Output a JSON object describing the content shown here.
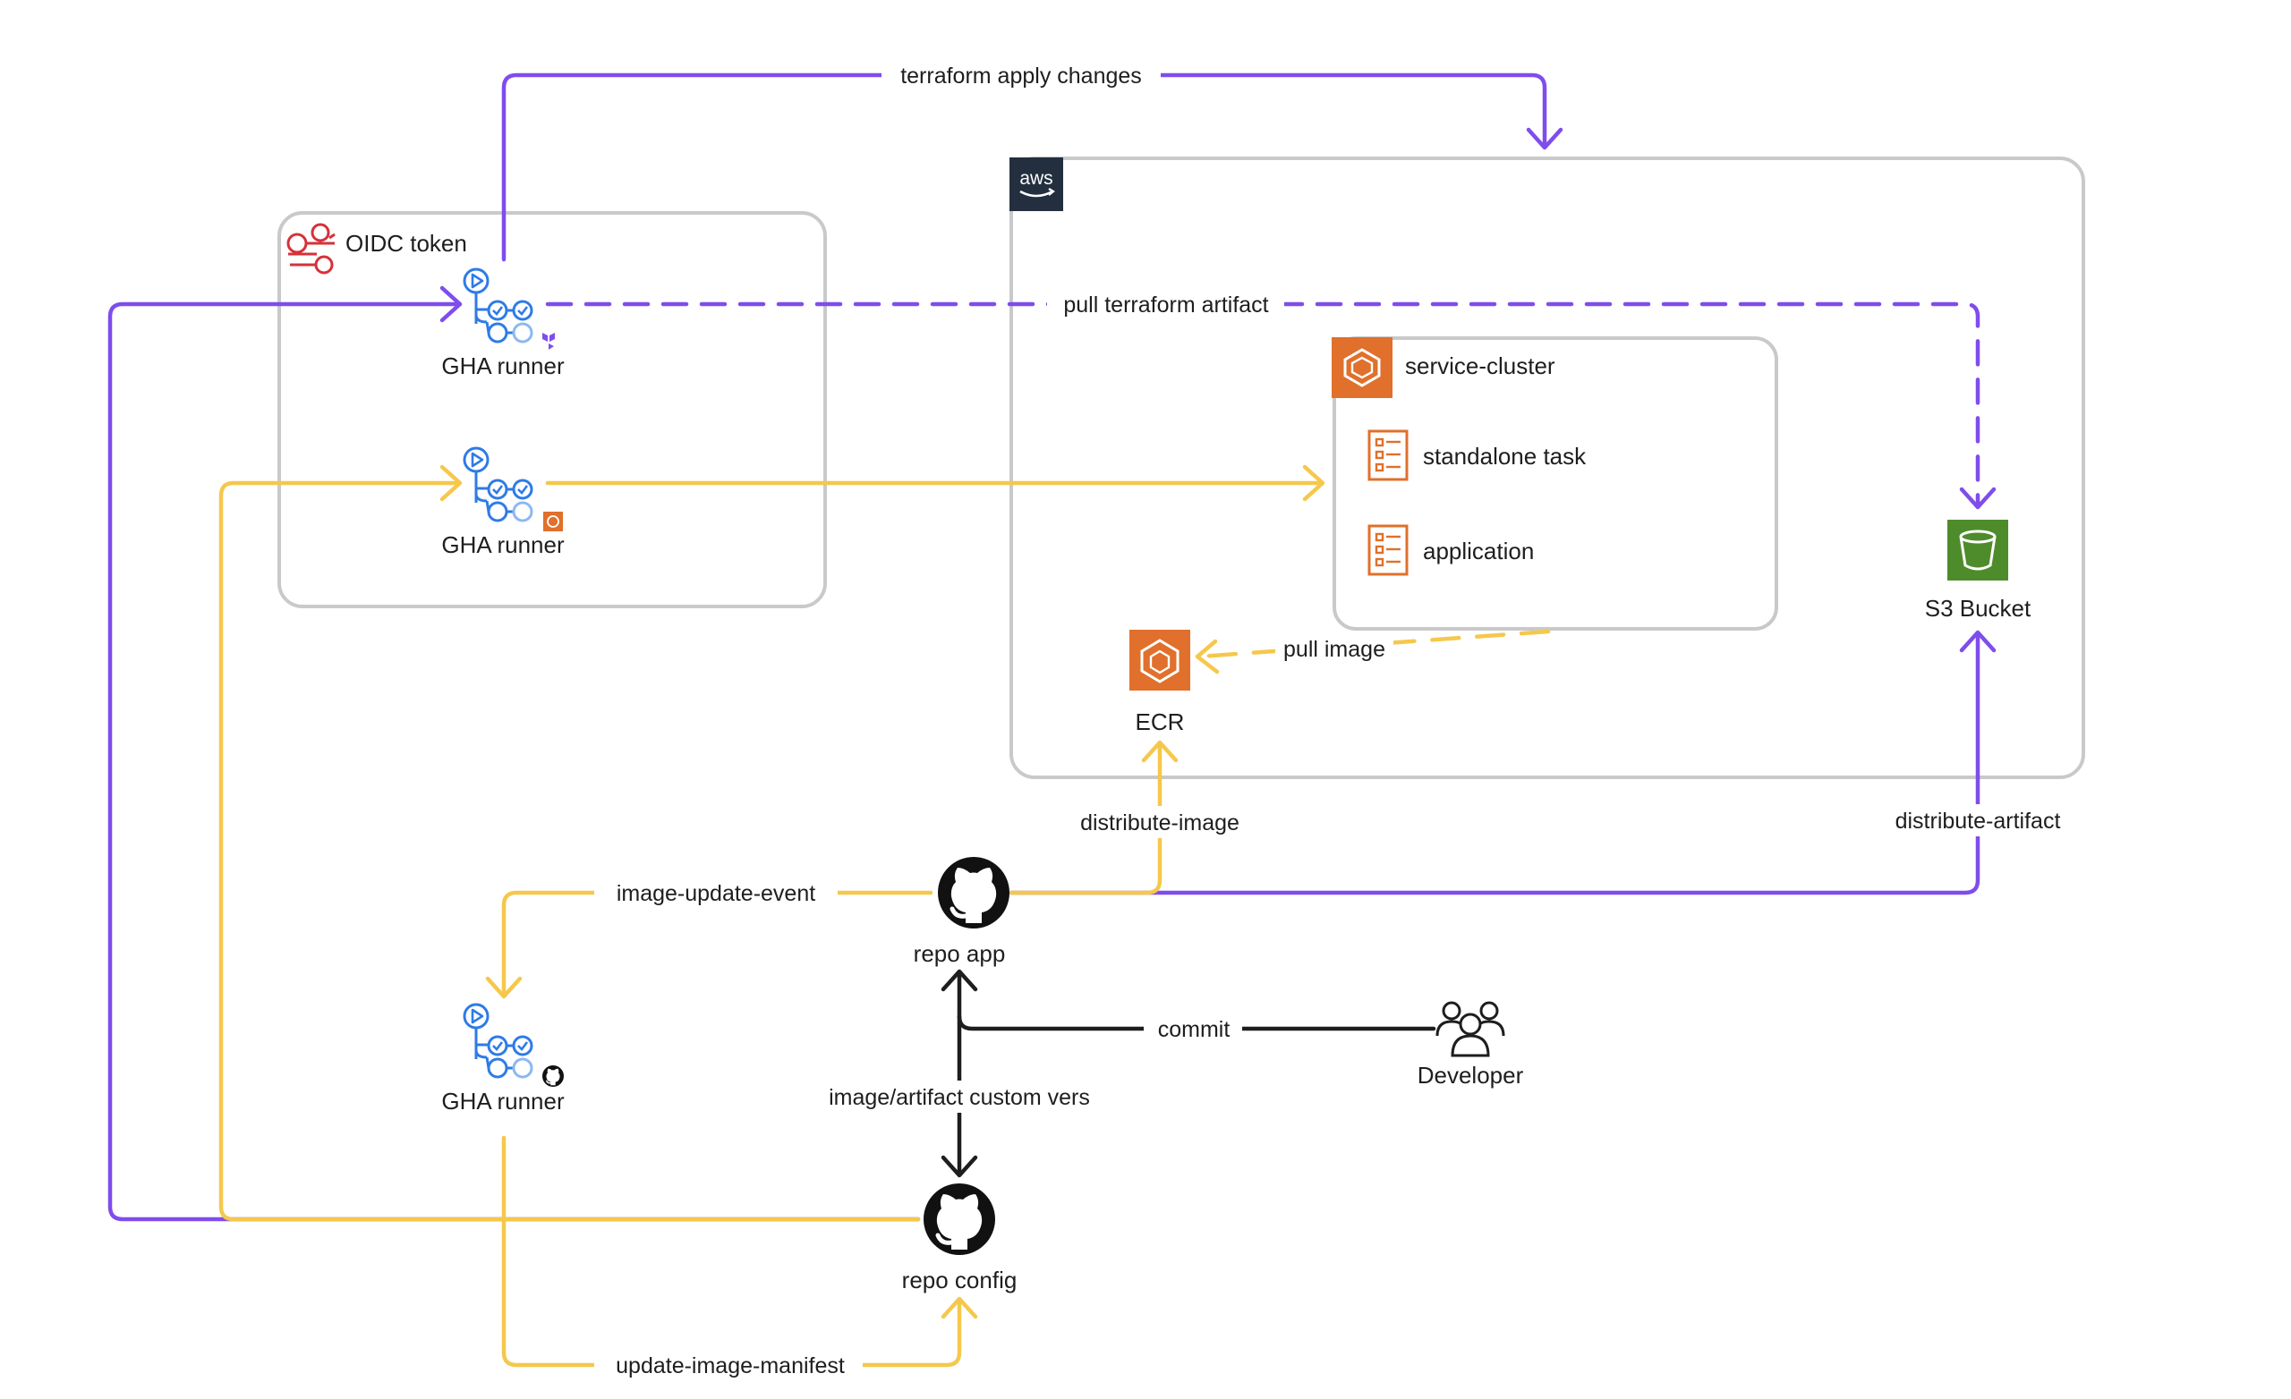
{
  "colors": {
    "purple": "#7f4dec",
    "yellow": "#f5c84c",
    "black": "#1e1e1e",
    "group_border": "#c9c9c9",
    "aws_orange": "#e0702b",
    "s3_green": "#4e8c2b",
    "gha_blue": "#2e7be6",
    "oidc_red": "#d6313a",
    "aws_dark": "#232f3e"
  },
  "groups": {
    "oidc": {
      "label": "OIDC token",
      "icon": "oidc-key-icon"
    },
    "aws": {
      "logo": "aws",
      "icon": "aws-logo-icon"
    },
    "cluster": {
      "label": "service-cluster",
      "icon": "ecs-cluster-icon"
    }
  },
  "nodes": {
    "gha_terraform": {
      "label": "GHA runner",
      "icon": "gha-runner-icon",
      "badge": "terraform-badge-icon"
    },
    "gha_aws": {
      "label": "GHA runner",
      "icon": "gha-runner-icon",
      "badge": "aws-badge-icon"
    },
    "gha_github": {
      "label": "GHA runner",
      "icon": "gha-runner-icon",
      "badge": "github-badge-icon"
    },
    "standalone_task": {
      "label": "standalone task",
      "icon": "task-definition-icon"
    },
    "application": {
      "label": "application",
      "icon": "task-definition-icon"
    },
    "ecr": {
      "label": "ECR",
      "icon": "ecr-icon"
    },
    "s3": {
      "label": "S3 Bucket",
      "icon": "s3-bucket-icon"
    },
    "repo_app": {
      "label": "repo app",
      "icon": "github-icon"
    },
    "repo_config": {
      "label": "repo config",
      "icon": "github-icon"
    },
    "developer": {
      "label": "Developer",
      "icon": "users-icon"
    }
  },
  "edges": {
    "terraform_apply": "terraform apply changes",
    "pull_artifact": "pull terraform artifact",
    "pull_image": "pull image",
    "distribute_image": "distribute-image",
    "distribute_artifact": "distribute-artifact",
    "image_update_event": "image-update-event",
    "commit": "commit",
    "custom_vers": "image/artifact custom vers",
    "update_manifest": "update-image-manifest"
  }
}
